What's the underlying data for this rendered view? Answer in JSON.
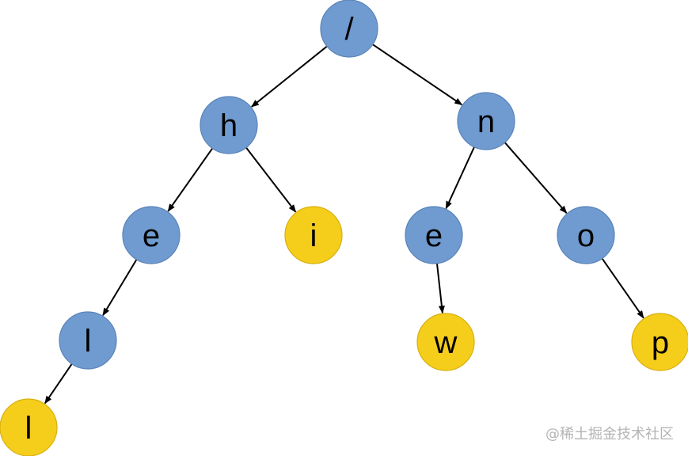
{
  "colors": {
    "internal_fill": "#6f9bd0",
    "internal_stroke": "#5a84b8",
    "leaf_fill": "#f5cd1b",
    "leaf_stroke": "#d8b010",
    "edge": "#000000",
    "watermark": "#b4b4b4"
  },
  "tree": {
    "nodes": [
      {
        "id": "root",
        "label": "/",
        "type": "internal"
      },
      {
        "id": "h",
        "label": "h",
        "type": "internal"
      },
      {
        "id": "n",
        "label": "n",
        "type": "internal"
      },
      {
        "id": "e1",
        "label": "e",
        "type": "internal"
      },
      {
        "id": "i",
        "label": "i",
        "type": "leaf"
      },
      {
        "id": "e2",
        "label": "e",
        "type": "internal"
      },
      {
        "id": "o",
        "label": "o",
        "type": "internal"
      },
      {
        "id": "l1",
        "label": "l",
        "type": "internal"
      },
      {
        "id": "w",
        "label": "w",
        "type": "leaf"
      },
      {
        "id": "p",
        "label": "p",
        "type": "leaf"
      },
      {
        "id": "l2",
        "label": "l",
        "type": "leaf"
      }
    ],
    "edges": [
      {
        "from": "root",
        "to": "h"
      },
      {
        "from": "root",
        "to": "n"
      },
      {
        "from": "h",
        "to": "e1"
      },
      {
        "from": "h",
        "to": "i"
      },
      {
        "from": "n",
        "to": "e2"
      },
      {
        "from": "n",
        "to": "o"
      },
      {
        "from": "e1",
        "to": "l1"
      },
      {
        "from": "e2",
        "to": "w"
      },
      {
        "from": "o",
        "to": "p"
      },
      {
        "from": "l1",
        "to": "l2"
      }
    ]
  },
  "watermark": {
    "text": "@稀土掘金技术社区"
  }
}
